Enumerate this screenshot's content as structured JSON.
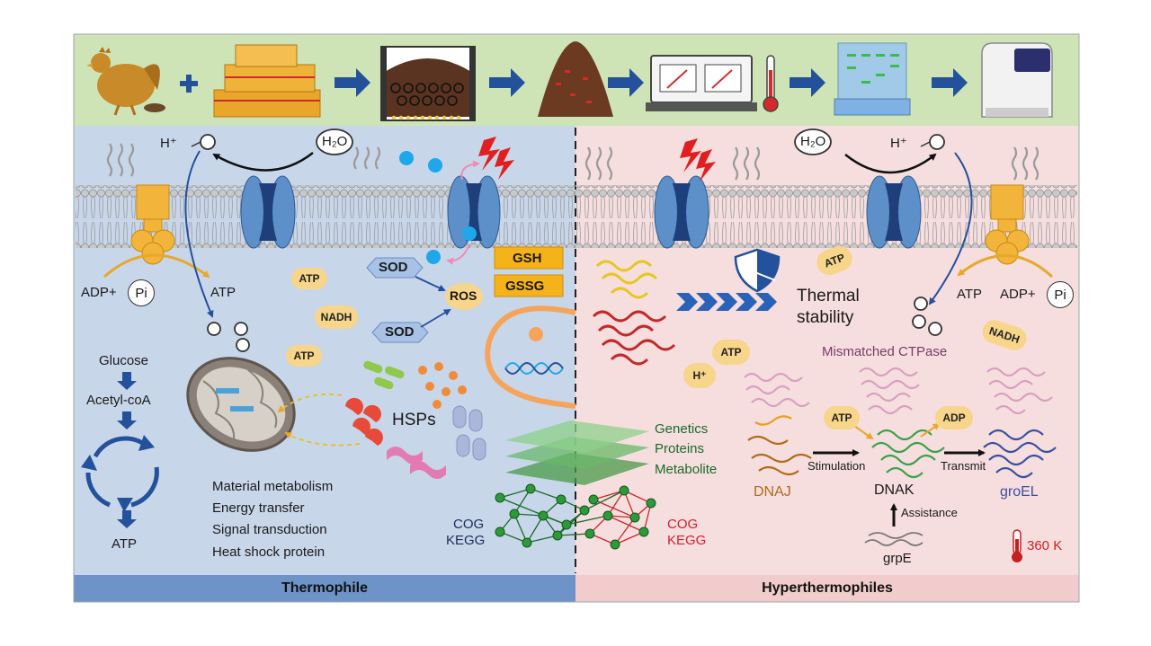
{
  "colors": {
    "top_band": "#cfe4b6",
    "left_panel": "#c8d6ea",
    "right_panel": "#f6dede",
    "thermophile_bar": "#6e93c8",
    "hyper_bar": "#f2cccc",
    "pill": "#f7d58a",
    "sod": "#a8c2e6",
    "gsh": "#f6b21a",
    "arrow": "#23519b",
    "membrane_head": "#c9c9c9",
    "channel": "#5d8fc9",
    "atp_synthase": "#f2b43a",
    "mismatched": "#7a3a6a",
    "dnaj": "#b06a1a",
    "groel": "#3b4fa0",
    "cog_green": "#1a7a2a",
    "cog_red": "#d4202a",
    "temp_red": "#cf2020"
  },
  "icons": [
    "chicken-icon",
    "feces-icon",
    "plus-icon",
    "straw-bales-icon",
    "compost-bin-icon",
    "compost-pile-icon",
    "pcr-machine-icon",
    "thermometer-icon",
    "electrophoresis-gel-icon",
    "sequencer-icon",
    "heat-wave-icon",
    "lightning-icon",
    "shield-icon",
    "mitochondrion-icon",
    "dna-helix-icon",
    "protein-structure-icon",
    "network-icon",
    "omics-layers-icon"
  ],
  "left": {
    "h_plus": "H⁺",
    "h2o": "H₂O",
    "adp": "ADP+",
    "pi": "Pi",
    "atp_synth": "ATP",
    "sod_top": "SOD",
    "sod_bottom": "SOD",
    "ros": "ROS",
    "gsh": "GSH",
    "gssg": "GSSG",
    "atp1": "ATP",
    "nadh": "NADH",
    "atp2": "ATP",
    "hsps": "HSPs",
    "glucose": "Glucose",
    "acetyl": "Acetyl-coA",
    "atp_cycle": "ATP",
    "functions": [
      "Material metabolism",
      "Energy transfer",
      "Signal transduction",
      "Heat shock protein"
    ],
    "cog": "COG",
    "kegg": "KEGG",
    "bar": "Thermophile"
  },
  "right": {
    "h2o": "H₂O",
    "h_plus": "H⁺",
    "atp_top": "ATP",
    "thermal": "Thermal",
    "stability": "stability",
    "atp_synth": "ATP",
    "adp": "ADP+",
    "pi": "Pi",
    "nadh": "NADH",
    "mismatched": "Mismatched CTPase",
    "atp_mid": "ATP",
    "h_plus_pill": "H⁺",
    "atp_dnak": "ATP",
    "adp_dnak": "ADP",
    "omics": [
      "Genetics",
      "Proteins",
      "Metabolite"
    ],
    "stimulation": "Stimulation",
    "transmit": "Transmit",
    "dnaj": "DNAJ",
    "dnak": "DNAK",
    "groel": "groEL",
    "assistance": "Assistance",
    "grpe": "grpE",
    "cog": "COG",
    "kegg": "KEGG",
    "temp": "360 K",
    "bar": "Hyperthermophiles"
  }
}
